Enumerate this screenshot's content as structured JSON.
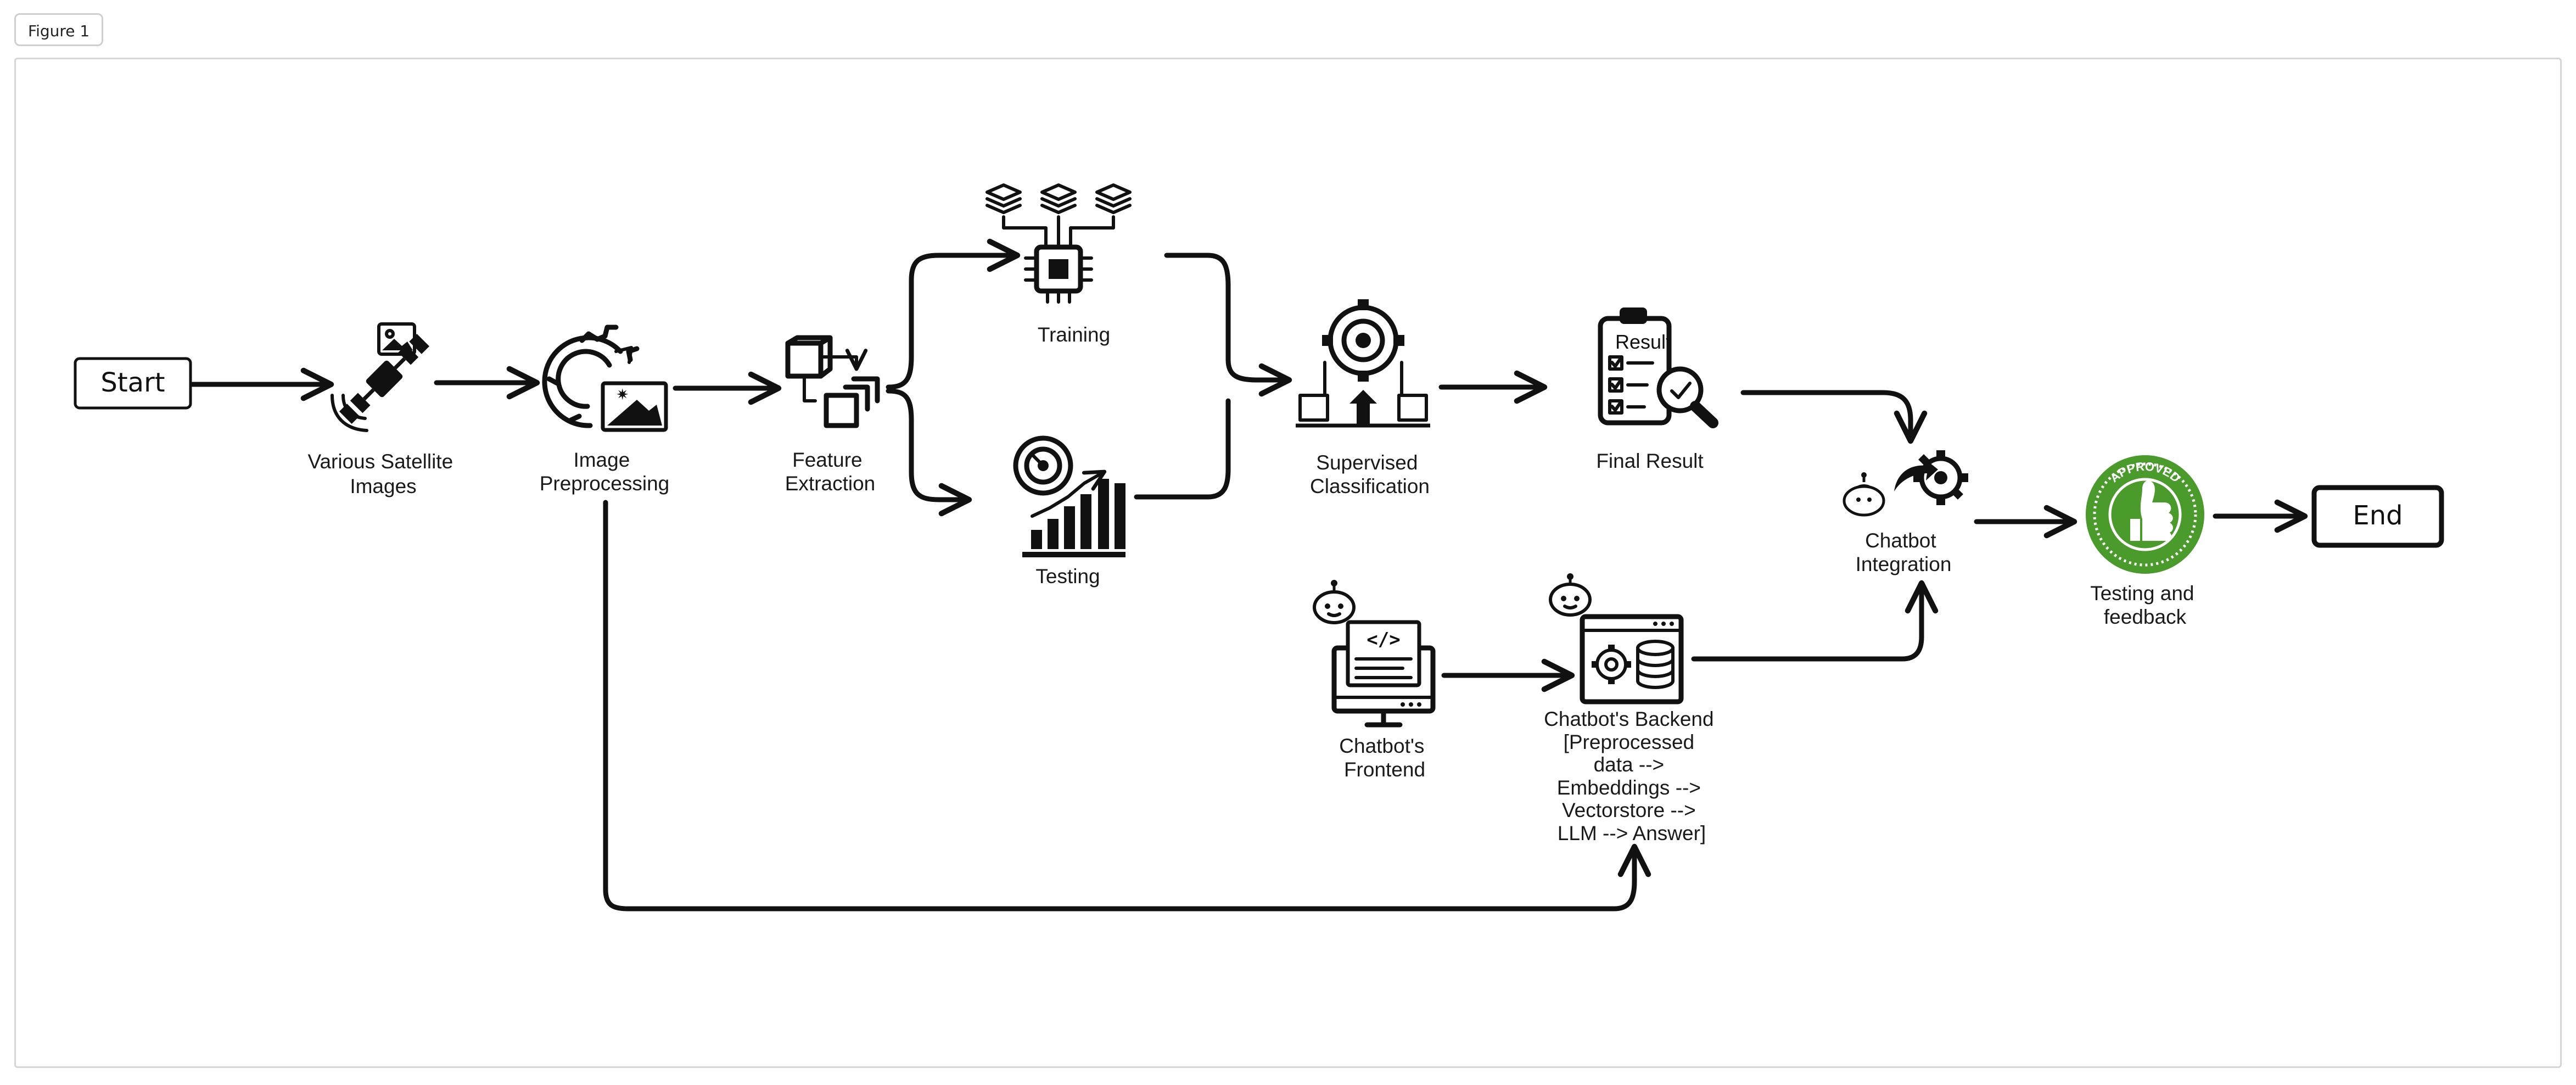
{
  "figure_tab": "Figure 1",
  "nodes": {
    "start": "Start",
    "end": "End",
    "satellite": [
      "Various Satellite",
      "Images"
    ],
    "preprocessing": [
      "Image",
      "Preprocessing"
    ],
    "feature": [
      "Feature",
      "Extraction"
    ],
    "training": "Training",
    "testing": "Testing",
    "classification": [
      "Supervised",
      "Classification"
    ],
    "final": "Final Result",
    "result_badge": "Result",
    "chatbot_integration": [
      "Chatbot",
      "Integration"
    ],
    "testing_feedback": [
      "Testing and",
      "feedback"
    ],
    "frontend": [
      "Chatbot's",
      "Frontend"
    ],
    "backend": [
      "Chatbot's Backend",
      "[Preprocessed",
      "data -->",
      "Embeddings -->",
      "Vectorstore -->",
      "LLM --> Answer]"
    ],
    "approved_stamp": "APPROVED"
  },
  "colors": {
    "stroke": "#111111",
    "approved_green": "#4a9a2c",
    "canvas_border": "#d6d6d6"
  }
}
